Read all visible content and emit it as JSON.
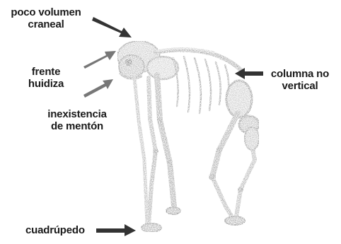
{
  "labels": {
    "poco_volumen_craneal": {
      "line1": "poco volumen",
      "line2": "craneal"
    },
    "frente_huidiza": {
      "line1": "frente",
      "line2": "huidiza"
    },
    "inexistencia_de_menton": {
      "line1": "inexistencia",
      "line2": "de mentón"
    },
    "columna_no_vertical": {
      "line1": "columna no",
      "line2": "vertical"
    },
    "cuadrupedo": {
      "line1": "cuadrúpedo"
    }
  },
  "colors": {
    "text": "#1a1a1a",
    "arrow": "#333333",
    "bone": "#8a8a8a",
    "bone_light": "#c8c8c8"
  }
}
